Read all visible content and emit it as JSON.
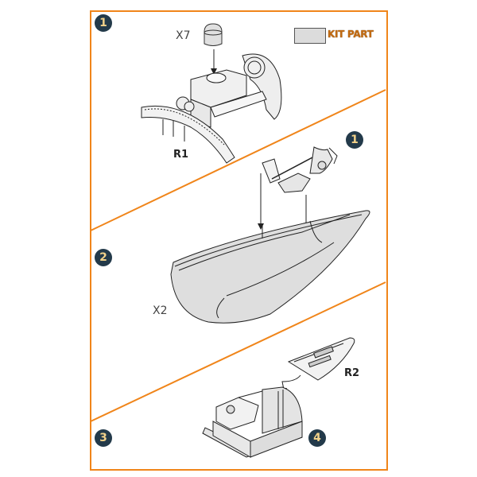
{
  "colors": {
    "frame_border": "#f0851a",
    "step_badge_bg": "#233a4a",
    "step_badge_text": "#f2d28a",
    "kit_part_fill": "#dcdcdc",
    "kit_part_text": "#c26a10",
    "part_fill": "#e2e2e2",
    "line": "#222222"
  },
  "legend": {
    "swatch": "kit-part-swatch",
    "label": "KIT PART"
  },
  "steps": [
    {
      "number": "1",
      "section": "top"
    },
    {
      "number": "1",
      "section": "middle-reference"
    },
    {
      "number": "2",
      "section": "middle"
    },
    {
      "number": "3",
      "section": "bottom"
    },
    {
      "number": "4",
      "section": "bottom-reference"
    }
  ],
  "labels": {
    "x7": "X7",
    "r1": "R1",
    "x2": "X2",
    "r2": "R2"
  },
  "sections": {
    "step1": {
      "description": "Engine/turret base assembly R1 with 7 cylindrical caps (X7)"
    },
    "step2": {
      "description": "Sub-assembly 1 inserted into half-shell hull (X2)"
    },
    "step3": {
      "description": "Part R2 attached into sub-assembly 4"
    }
  }
}
